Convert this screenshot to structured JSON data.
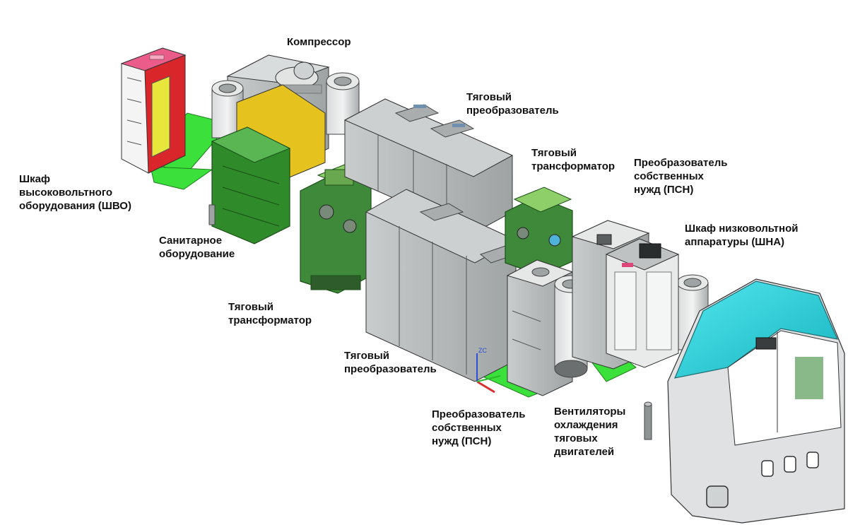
{
  "labels": {
    "compressor": "Компрессор",
    "traction_converter_top": "Тяговый\nпреобразователь",
    "traction_transformer_right": "Тяговый\nтрансформатор",
    "aux_converter_top": "Преобразователь\nсобственных\nнужд (ПСН)",
    "low_voltage_cabinet": "Шкаф низковольтной\nаппаратуры (ШНА)",
    "high_voltage_cabinet": "Шкаф\nвысоковольтного\nоборудования (ШВО)",
    "sanitary": "Санитарное\nоборудование",
    "traction_transformer_left": "Тяговый\nтрансформатор",
    "traction_converter_bottom": "Тяговый\nпреобразователь",
    "aux_converter_bottom": "Преобразователь\nсобственных\nнужд (ПСН)",
    "motor_fans": "Вентиляторы\nохлаждения\nтяговых\nдвигателей",
    "axis_zc": "ZC"
  },
  "colors": {
    "floor_green": "#3be03b",
    "cabinet_grey": "#b9bcbc",
    "cabinet_dark": "#8e9394",
    "transformer_green": "#3f8a3a",
    "cab_cyan": "#2ad3dc",
    "hv_cabinet_pink": "#e8457a",
    "hv_cabinet_red": "#d8262a",
    "hv_cabinet_yellow": "#e8e63a",
    "sanitary_yellow": "#e6c21e"
  }
}
